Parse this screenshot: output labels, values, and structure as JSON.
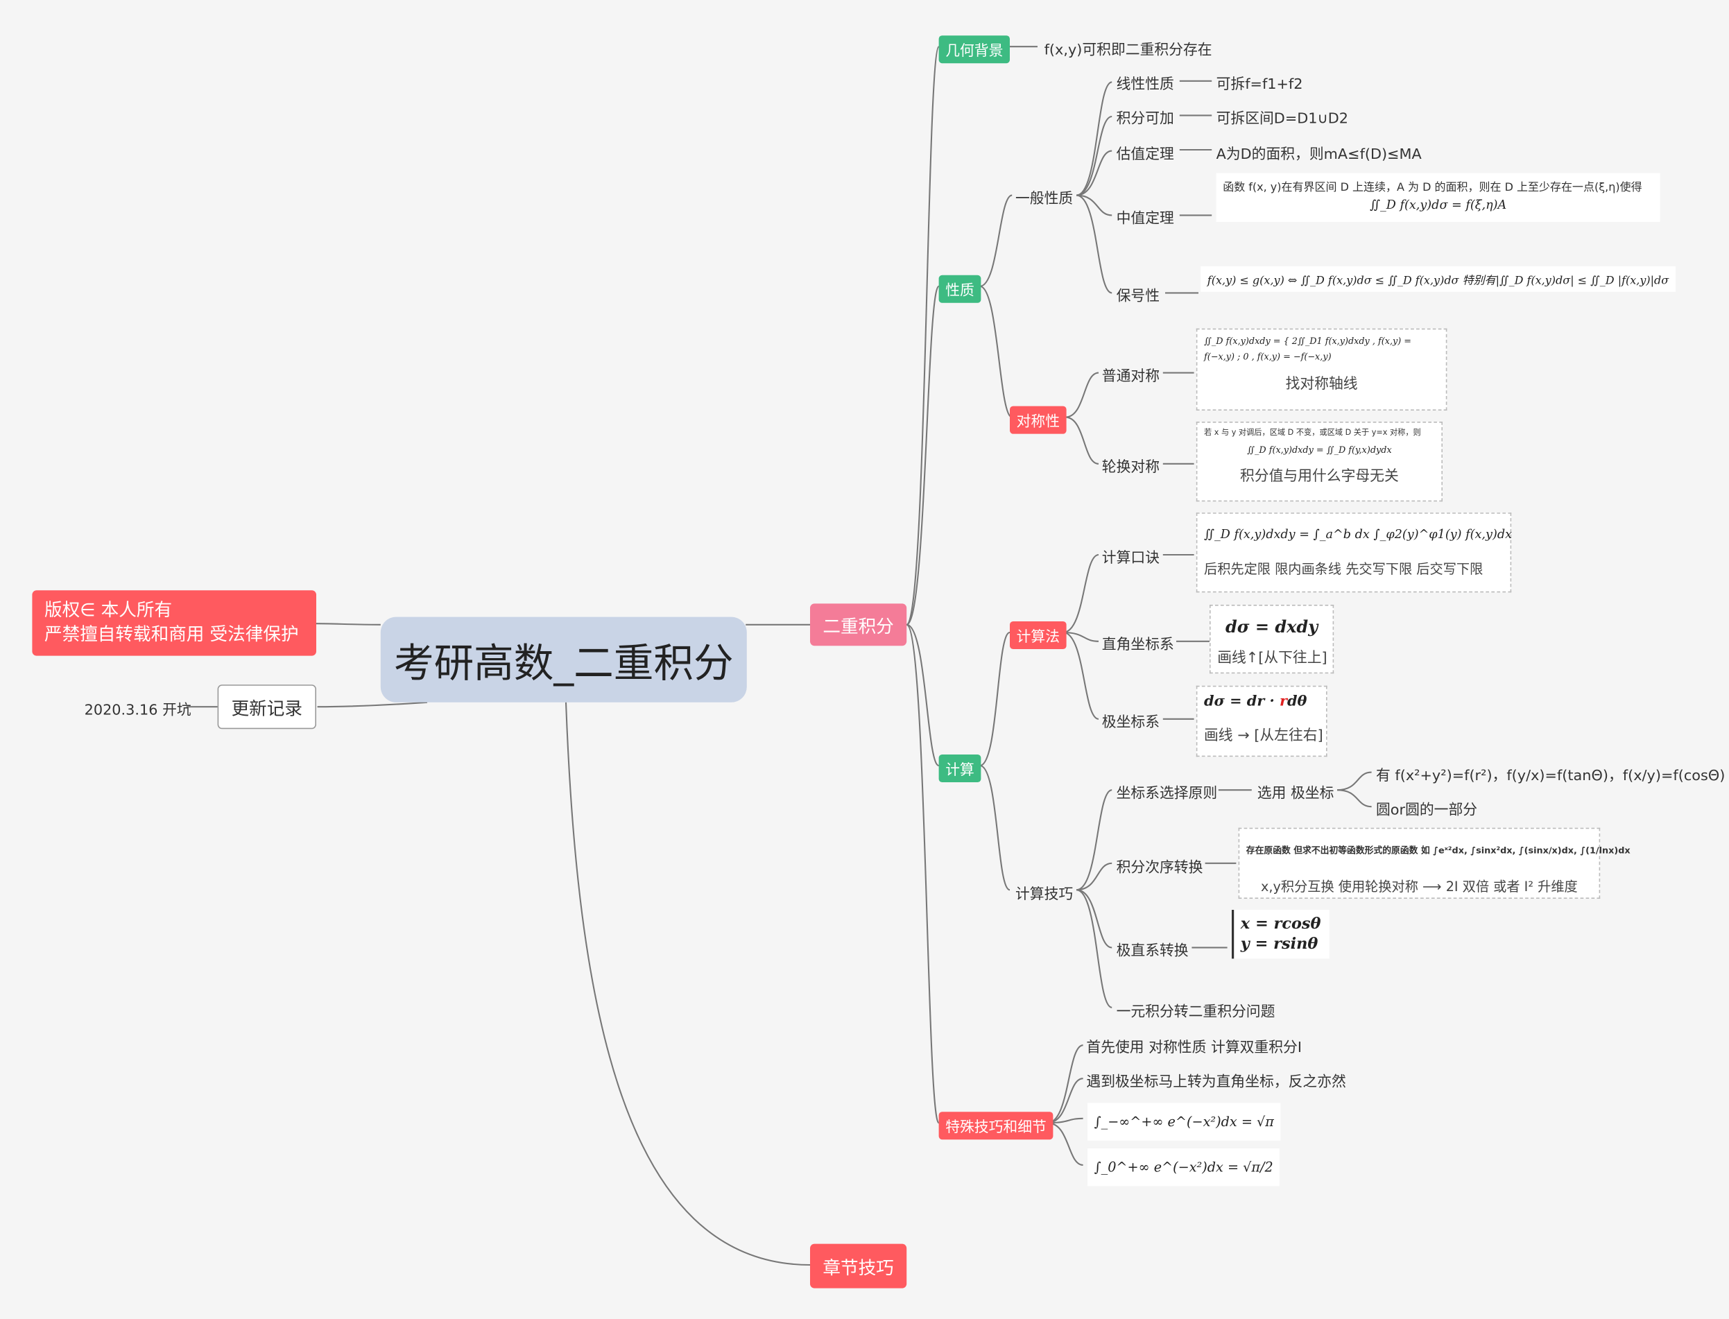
{
  "root": "考研高数_二重积分",
  "left": {
    "copyright": [
      "版权∈ 本人所有",
      "严禁擅自转载和商用 受法律保护"
    ],
    "update_label": "更新记录",
    "update_item": "2020.3.16 开坑"
  },
  "branches": {
    "main": "二重积分",
    "chapter": "章节技巧"
  },
  "geo": {
    "label": "几何背景",
    "text": "f(x,y)可积即二重积分存在"
  },
  "props": {
    "label": "性质",
    "general": "一般性质",
    "linear": {
      "label": "线性性质",
      "text": "可拆f=f1+f2"
    },
    "additive": {
      "label": "积分可加",
      "text": "可拆区间D=D1∪D2"
    },
    "estimate": {
      "label": "估值定理",
      "text": "A为D的面积，则mA≤f(D)≤MA"
    },
    "mean": {
      "label": "中值定理",
      "line1": "函数 f(x, y)在有界区间 D 上连续，A 为 D 的面积，则在 D 上至少存在一点(ξ,η)使得",
      "formula": "∬_D f(x,y)dσ = f(ξ,η)A"
    },
    "order": {
      "label": "保号性",
      "formula": "f(x,y) ≤ g(x,y) ⇔ ∬_D f(x,y)dσ ≤ ∬_D f(x,y)dσ  特别有|∬_D f(x,y)dσ| ≤ ∬_D |f(x,y)|dσ"
    },
    "symmetry": "对称性",
    "normal_sym": {
      "label": "普通对称",
      "f1": "∬_D f(x,y)dxdy = { 2∬_D1 f(x,y)dxdy , f(x,y) = f(−x,y) ; 0 , f(x,y) = −f(−x,y)",
      "caption": "找对称轴线"
    },
    "rotate_sym": {
      "label": "轮换对称",
      "f1": "若 x 与 y 对调后，区域 D 不变，或区域 D 关于 y=x 对称，则",
      "f2": "∬_D f(x,y)dxdy = ∬_D f(y,x)dydx",
      "caption": "积分值与用什么字母无关"
    }
  },
  "calc": {
    "label": "计算",
    "method": "计算法",
    "rhyme": {
      "label": "计算口诀",
      "formula": "∬_D f(x,y)dxdy = ∫_a^b dx ∫_φ2(y)^φ1(y) f(x,y)dx",
      "caption": "后积先定限  限内画条线  先交写下限 后交写下限"
    },
    "rect": {
      "label": "直角坐标系",
      "formula": "dσ = dxdy",
      "caption": "画线↑[从下往上]"
    },
    "polar": {
      "label": "极坐标系",
      "formula_a": "dσ = dr · ",
      "formula_r": "r",
      "formula_b": "dθ",
      "caption": "画线 → [从左往右]"
    },
    "skills": "计算技巧",
    "coord_choice": {
      "label": "坐标系选择原则",
      "pick": "选用 极坐标",
      "c1": "有 f(x²+y²)=f(r²)，f(y/x)=f(tanΘ)，f(x/y)=f(cosΘ)",
      "c2": "圆or圆的一部分"
    },
    "order_swap": {
      "label": "积分次序转换",
      "line": "存在原函数 但求不出初等函数形式的原函数 如 ∫eˣ²dx, ∫sinx²dx, ∫(sinx/x)dx, ∫(1/lnx)dx",
      "caption": "x,y积分互换 使用轮换对称  ⟶ 2I 双倍 或者 I² 升维度"
    },
    "polar_rect": {
      "label": "极直系转换",
      "l1": "x = rcosθ",
      "l2": "y = rsinθ"
    },
    "single": "一元积分转二重积分问题"
  },
  "special": {
    "label": "特殊技巧和细节",
    "s1": "首先使用 对称性质 计算双重积分I",
    "s2": "遇到极坐标马上转为直角坐标，反之亦然",
    "f1": "∫_−∞^+∞ e^(−x²)dx = √π",
    "f2": "∫_0^+∞ e^(−x²)dx = √π/2"
  },
  "colors": {
    "green": "#3dbb82",
    "red": "#ff5a5f",
    "pink": "#f47c98",
    "root": "#c9d4e6",
    "line": "#777777"
  }
}
